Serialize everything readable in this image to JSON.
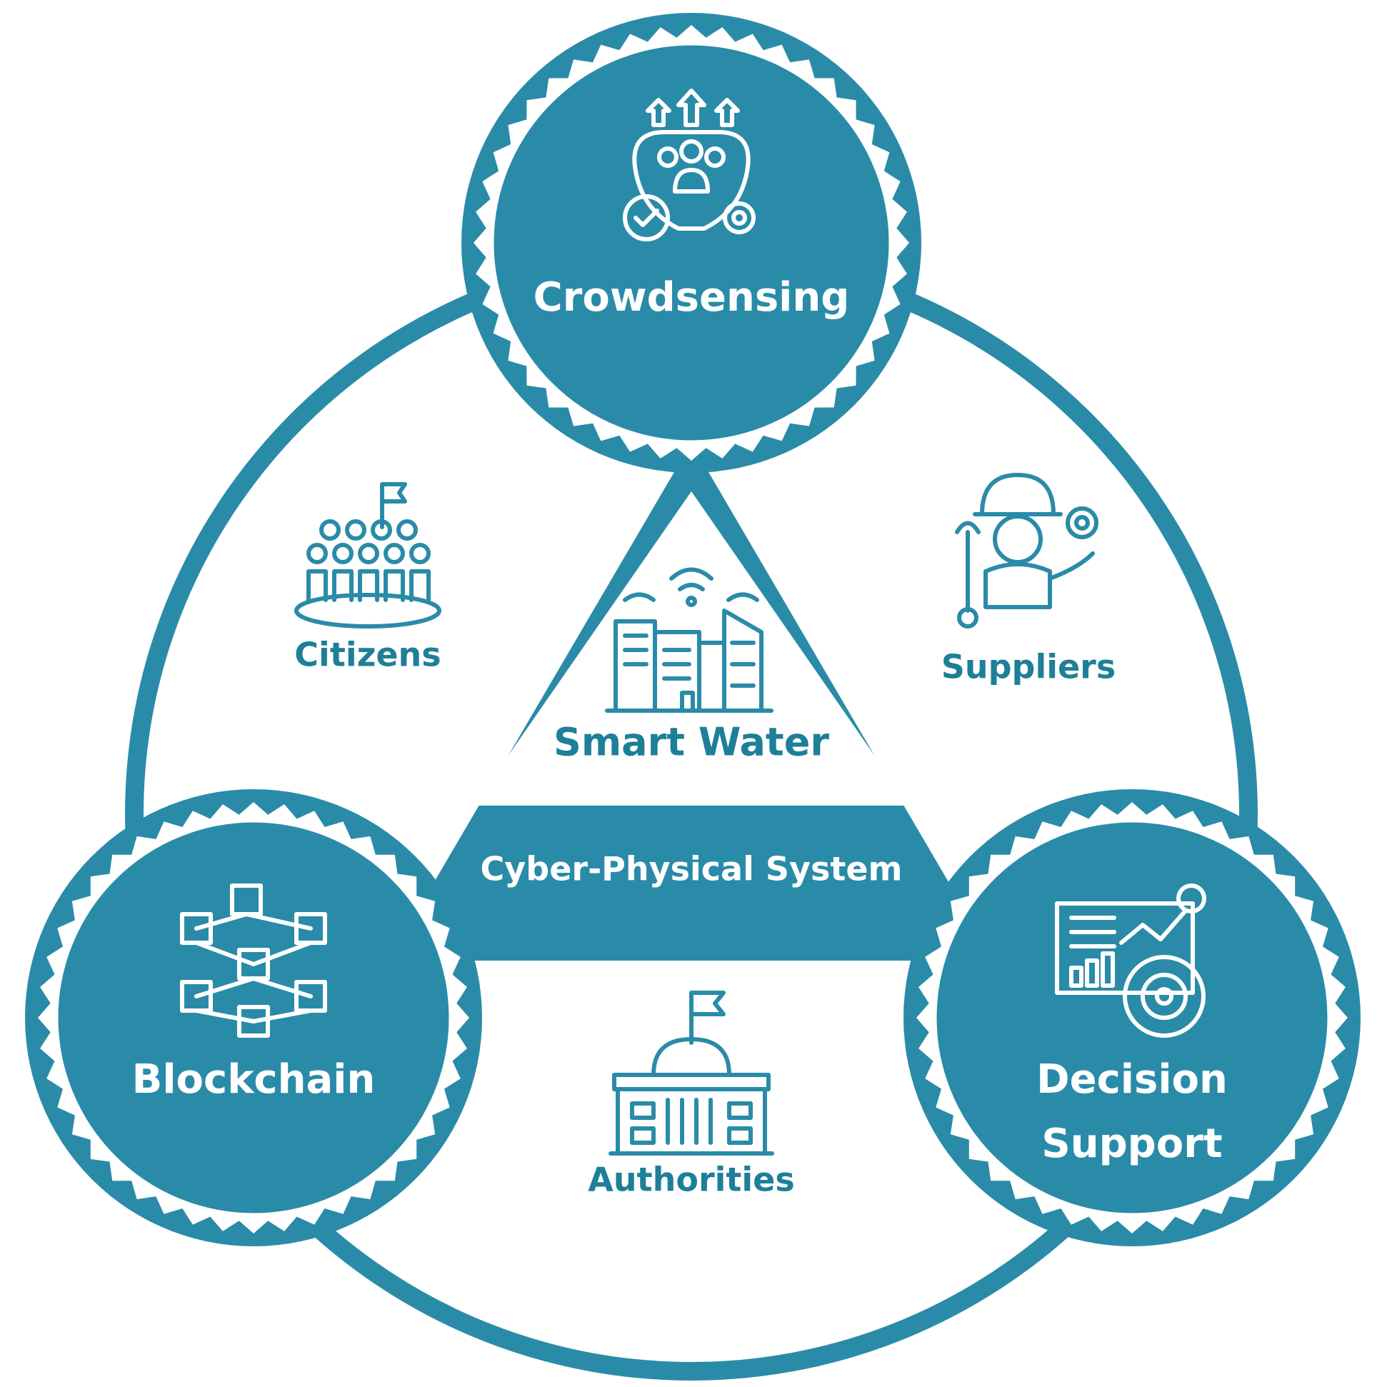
{
  "colors": {
    "teal": "#2a8ba8",
    "text_teal": "#1e7f98",
    "white": "#ffffff"
  },
  "nodes": {
    "crowdsensing": {
      "label": "Crowdsensing",
      "icon": "crowd-upload-icon"
    },
    "blockchain": {
      "label": "Blockchain",
      "icon": "blockchain-cubes-icon"
    },
    "decision": {
      "label_line1": "Decision",
      "label_line2": "Support",
      "icon": "analytics-dashboard-icon"
    }
  },
  "stakeholders": {
    "citizens": {
      "label": "Citizens",
      "icon": "citizens-group-icon"
    },
    "suppliers": {
      "label": "Suppliers",
      "icon": "engineer-worker-icon"
    },
    "authorities": {
      "label": "Authorities",
      "icon": "government-building-icon"
    }
  },
  "center": {
    "label": "Smart Water",
    "icon": "smart-city-icon"
  },
  "band": {
    "label": "Cyber-Physical System"
  }
}
